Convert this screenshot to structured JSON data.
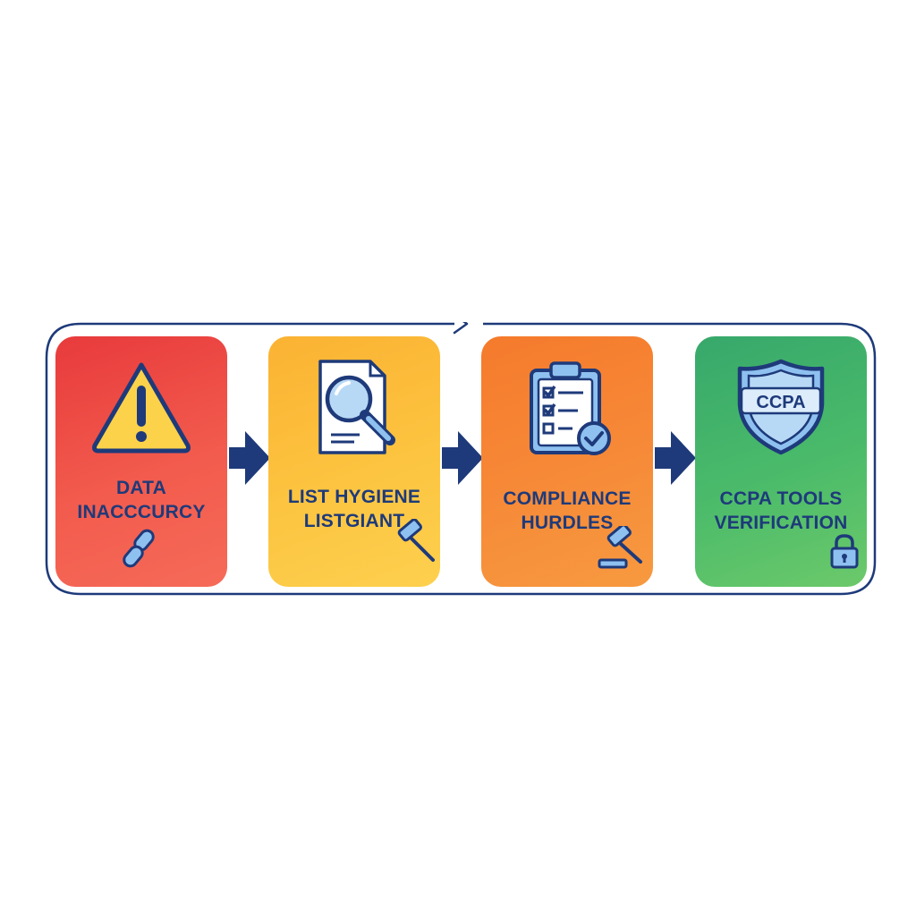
{
  "steps": [
    {
      "line1": "DATA",
      "line2": "INACCCURCY",
      "icon": "warning-triangle-icon",
      "corner_icon": "broken-link-icon",
      "color": "#e83a3c"
    },
    {
      "line1": "LIST HYGIENE",
      "line2": "LISTGIANT",
      "icon": "document-magnifier-icon",
      "corner_icon": "gavel-icon",
      "color": "#fbb233"
    },
    {
      "line1": "COMPLIANCE",
      "line2": "HURDLES",
      "icon": "clipboard-checklist-icon",
      "corner_icon": "gavel-icon",
      "color": "#f57a2c"
    },
    {
      "line1": "CCPA TOOLS",
      "line2": "VERIFICATION",
      "icon": "ccpa-shield-icon",
      "corner_icon": "padlock-icon",
      "color": "#37a86b"
    }
  ],
  "shield_text": "CCPA",
  "colors": {
    "navy": "#1e3a7a",
    "icon_blue": "#8fc1f0",
    "icon_outline": "#1e3a7a"
  }
}
